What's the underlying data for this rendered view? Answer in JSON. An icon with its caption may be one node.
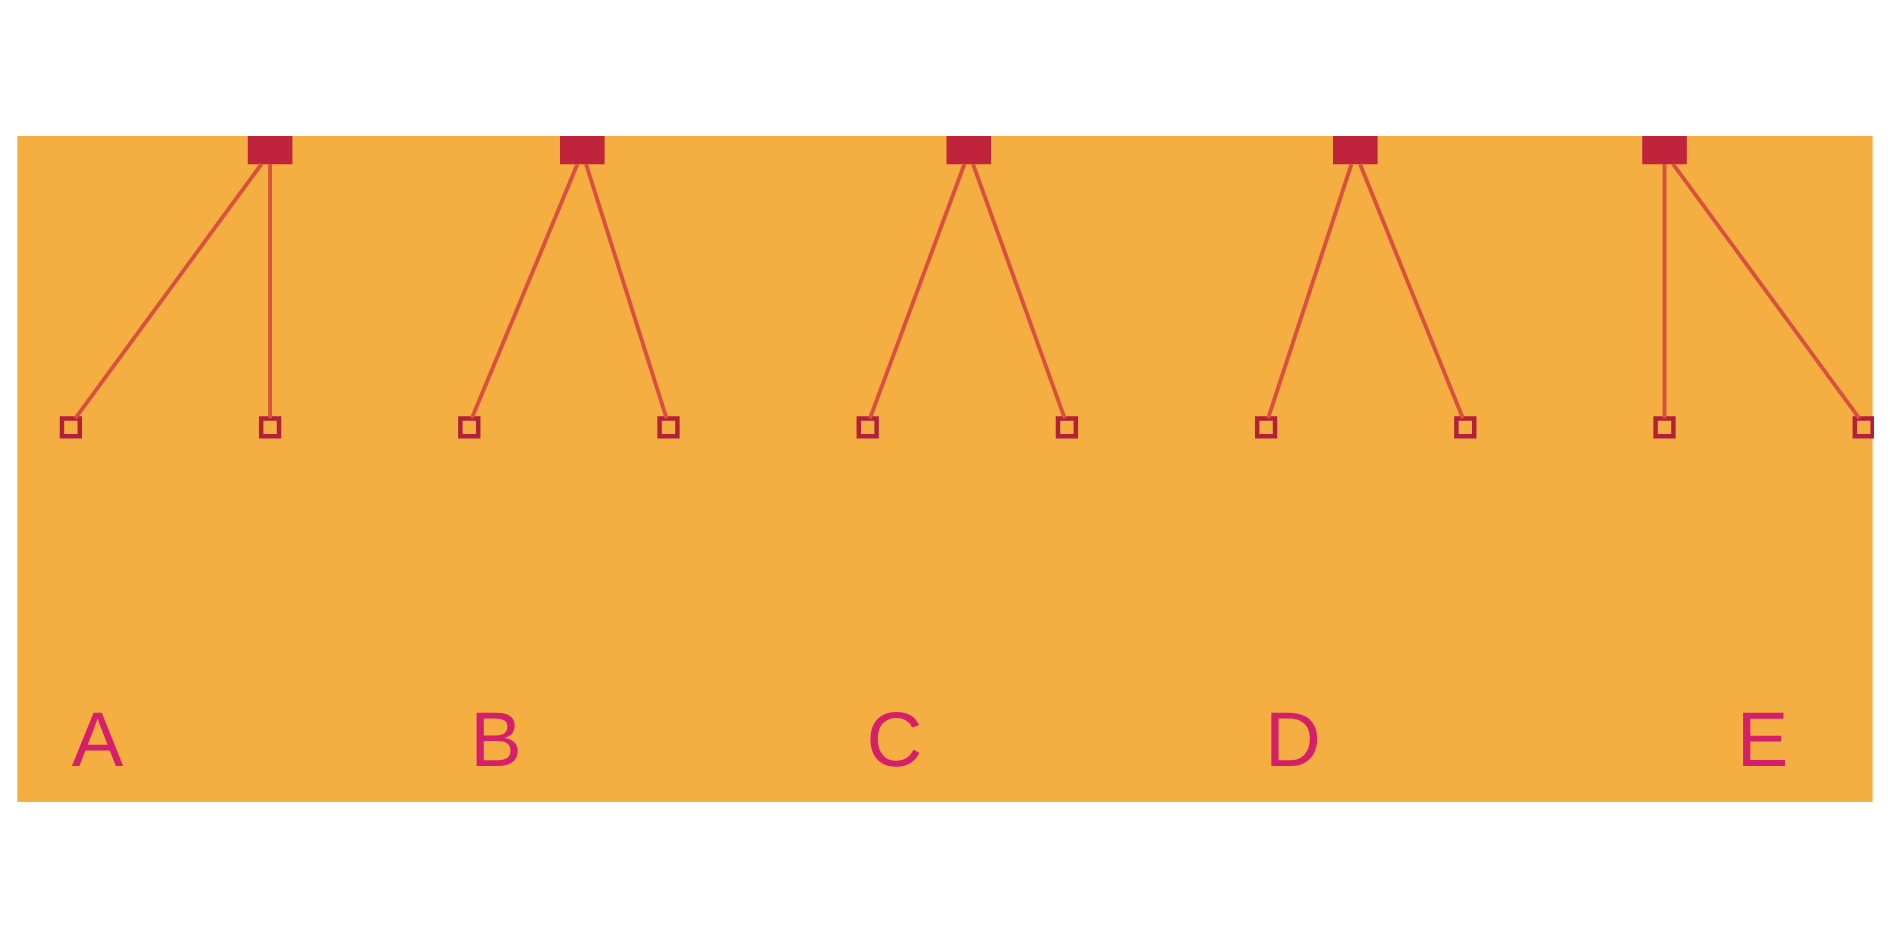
{
  "diagram": {
    "nodes": [
      {
        "text": [],
        "shape": "box"
      },
      {
        "text": [],
        "shape": "box"
      },
      {
        "text": [],
        "shape": "box"
      },
      {
        "text": [],
        "shape": "box"
      },
      {
        "text": [],
        "shape": "box"
      },
      {
        "text": [],
        "shape": "box"
      },
      {
        "text": [],
        "shape": "box"
      },
      {
        "text": [],
        "shape": "box"
      },
      {
        "text": [],
        "shape": "box"
      },
      {
        "text": [],
        "shape": "box"
      },
      {
        "text": [],
        "shape": "box"
      },
      {
        "text": [],
        "shape": "box"
      },
      {
        "text": [],
        "shape": "box"
      },
      {
        "text": [],
        "shape": "box"
      },
      {
        "text": [],
        "shape": "box"
      }
    ],
    "edges": [
      {
        "from": 0,
        "to": 5,
        "arrow": "none"
      },
      {
        "from": 0,
        "to": 6,
        "arrow": "none"
      },
      {
        "from": 1,
        "to": 7,
        "arrow": "none"
      },
      {
        "from": 1,
        "to": 8,
        "arrow": "none"
      },
      {
        "from": 2,
        "to": 9,
        "arrow": "none"
      },
      {
        "from": 2,
        "to": 10,
        "arrow": "none"
      },
      {
        "from": 3,
        "to": 11,
        "arrow": "none"
      },
      {
        "from": 3,
        "to": 12,
        "arrow": "none"
      },
      {
        "from": 4,
        "to": 13,
        "arrow": "none"
      },
      {
        "from": 4,
        "to": 14,
        "arrow": "none"
      }
    ],
    "labels": [
      "A",
      "B",
      "C",
      "D",
      "E"
    ]
  }
}
